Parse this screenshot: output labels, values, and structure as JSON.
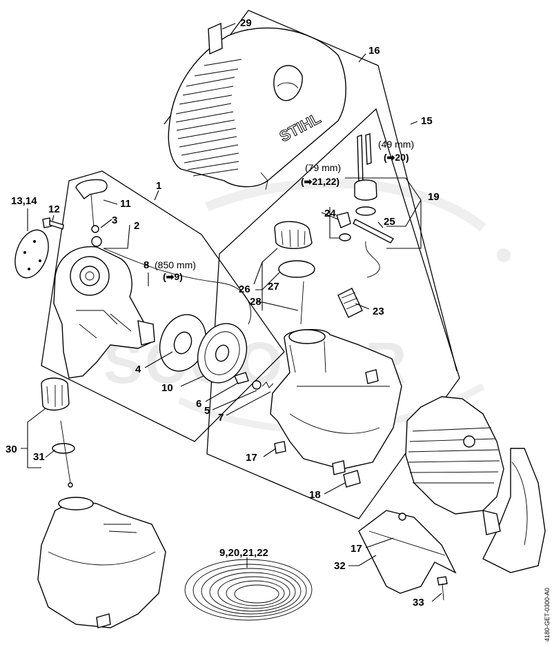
{
  "diagram": {
    "callouts": [
      {
        "id": "c1",
        "text": "1"
      },
      {
        "id": "c2",
        "text": "2"
      },
      {
        "id": "c3",
        "text": "3"
      },
      {
        "id": "c4",
        "text": "4"
      },
      {
        "id": "c5",
        "text": "5"
      },
      {
        "id": "c6",
        "text": "6"
      },
      {
        "id": "c7",
        "text": "7"
      },
      {
        "id": "c8",
        "text": "8"
      },
      {
        "id": "c10",
        "text": "10"
      },
      {
        "id": "c11",
        "text": "11"
      },
      {
        "id": "c12",
        "text": "12"
      },
      {
        "id": "c1314",
        "text": "13,14"
      },
      {
        "id": "c15",
        "text": "15"
      },
      {
        "id": "c16",
        "text": "16"
      },
      {
        "id": "c17a",
        "text": "17"
      },
      {
        "id": "c17b",
        "text": "17"
      },
      {
        "id": "c18",
        "text": "18"
      },
      {
        "id": "c19",
        "text": "19"
      },
      {
        "id": "c23",
        "text": "23"
      },
      {
        "id": "c24",
        "text": "24"
      },
      {
        "id": "c25",
        "text": "25"
      },
      {
        "id": "c26",
        "text": "26"
      },
      {
        "id": "c27",
        "text": "27"
      },
      {
        "id": "c28",
        "text": "28"
      },
      {
        "id": "c29",
        "text": "29"
      },
      {
        "id": "c30",
        "text": "30"
      },
      {
        "id": "c31",
        "text": "31"
      },
      {
        "id": "c32",
        "text": "32"
      },
      {
        "id": "c33",
        "text": "33"
      },
      {
        "id": "c9202122",
        "text": "9,20,21,22"
      }
    ],
    "dimensions": {
      "rope_length": "(850 mm)",
      "rope_ref": "(➡9)",
      "hose_short": "(49 mm)",
      "hose_short_ref": "(➡20)",
      "hose_long": "(79 mm)",
      "hose_long_ref": "(➡21,22)"
    },
    "brand_mark": "STIHL",
    "watermark": "SCOOTER",
    "drawing_code": "4180-GET-0300-A0"
  }
}
